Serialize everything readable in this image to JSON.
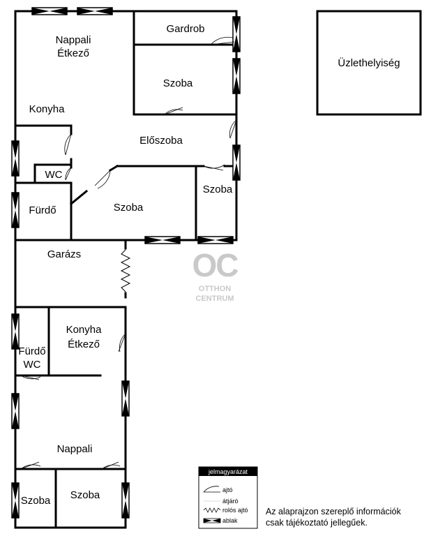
{
  "rooms": {
    "nappali_etkezo_line1": "Nappali",
    "nappali_etkezo_line2": "Étkező",
    "gardrob": "Gardrob",
    "szoba_upper": "Szoba",
    "konyha": "Konyha",
    "eloszoba": "Előszoba",
    "wc": "WC",
    "szoba_small_right": "Szoba",
    "furdo": "Fürdő",
    "szoba_middle": "Szoba",
    "garazs": "Garázs",
    "konyha_etkezo_line1": "Konyha",
    "konyha_etkezo_line2": "Étkező",
    "furdo_wc_line1": "Fürdő",
    "furdo_wc_line2": "WC",
    "nappali_lower": "Nappali",
    "szoba_bottom_left": "Szoba",
    "szoba_bottom_right": "Szoba",
    "uzlethelyiseg": "Üzlethelyiség"
  },
  "watermark": {
    "logo": "OC",
    "line1": "OTTHON",
    "line2": "CENTRUM"
  },
  "legend": {
    "title": "jelmagyarázat",
    "door": "ajtó",
    "passage": "átjáró",
    "roller_door": "rolós ajtó",
    "window": "ablak"
  },
  "note": {
    "line1": "Az alaprajzon szereplő információk",
    "line2": "csak tájékoztató jellegűek."
  },
  "colors": {
    "wall": "#000000",
    "watermark": "#c9c9c9",
    "legend_header": "#000000"
  }
}
